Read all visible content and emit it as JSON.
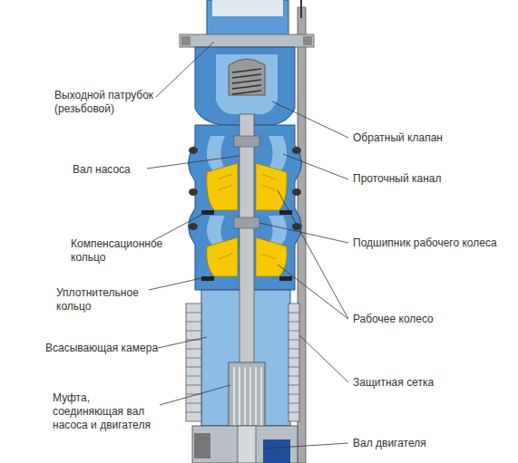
{
  "diagram": {
    "labels": [
      "Выходной патрубок (резьбовой)",
      "Вал насоса",
      "Компенсационное кольцо",
      "Уплотнительное кольцо",
      "Всасывающая камера",
      "Муфта, соединяющая вал насоса и двигателя",
      "Обратный клапан",
      "Проточный канал",
      "Подшипник рабочего колеса",
      "Рабочее колесо",
      "Защитная сетка",
      "Вал двигателя"
    ]
  }
}
